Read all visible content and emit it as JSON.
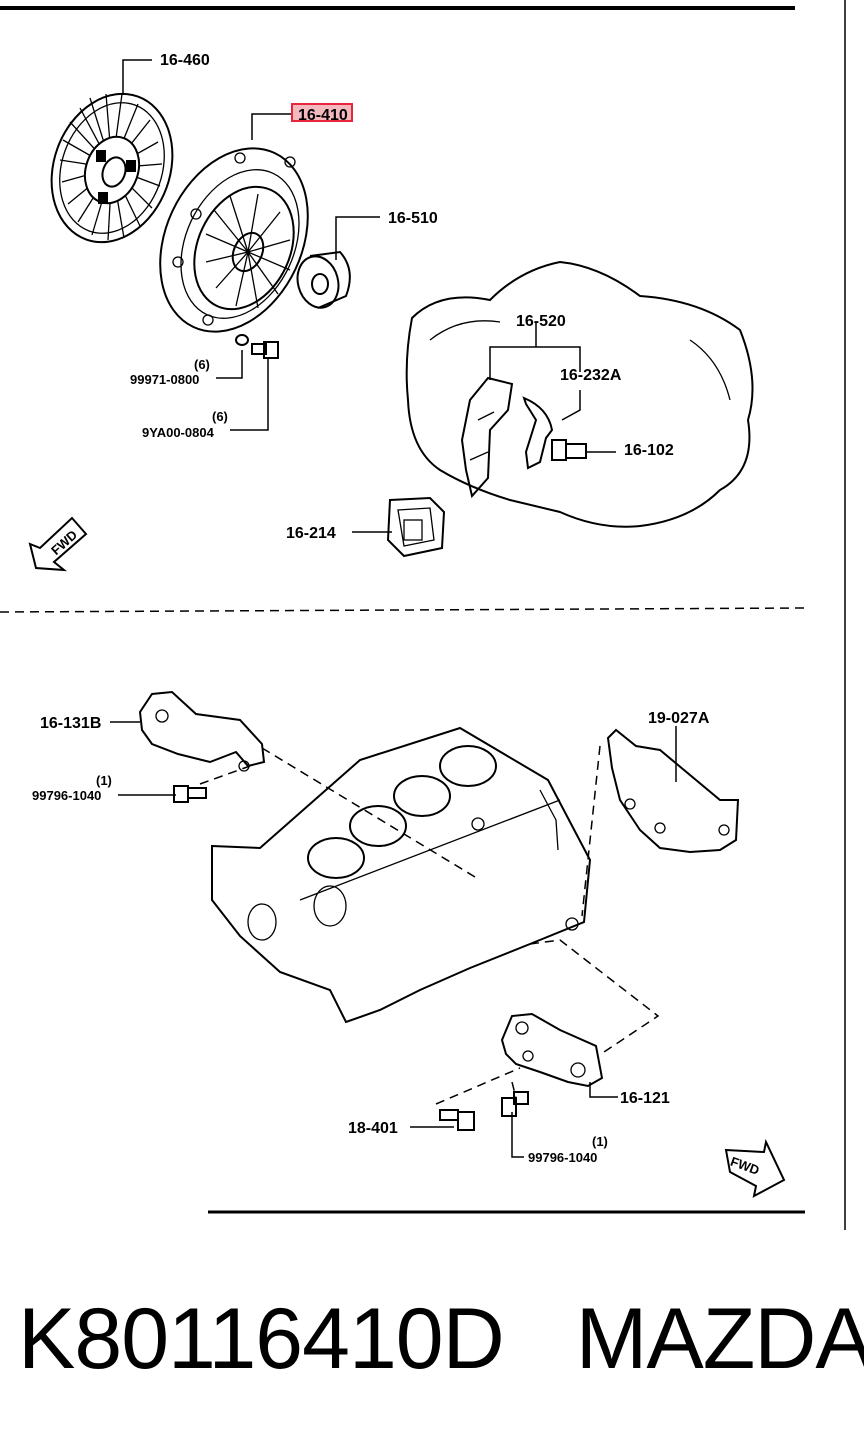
{
  "labels": {
    "clutch_disc": "16-460",
    "clutch_cover": "16-410",
    "release_bearing": "16-510",
    "release_fork": "16-520",
    "retaining_spring": "16-232A",
    "pivot_bolt": "16-102",
    "boot": "16-214",
    "bolt1_qty": "(6)",
    "bolt1_part": "99971-0800",
    "bolt2_qty": "(6)",
    "bolt2_part": "9YA00-0804",
    "bracket_b": "16-131B",
    "bracket_b_bolt_qty": "(1)",
    "bracket_b_bolt": "99796-1040",
    "plate": "19-027A",
    "bracket_121": "16-121",
    "bolt_18401": "18-401",
    "bracket_121_bolt_qty": "(1)",
    "bracket_121_bolt": "99796-1040"
  },
  "fwd_upper": "FWD",
  "fwd_lower": "FWD",
  "caption": {
    "part_number": "K80116410D",
    "brand": "MAZDA"
  },
  "highlight_color": "#e8253a"
}
